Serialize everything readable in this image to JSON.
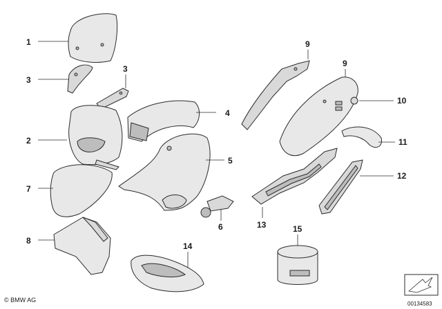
{
  "diagram": {
    "callouts": [
      "1",
      "2",
      "3",
      "3",
      "4",
      "5",
      "6",
      "7",
      "8",
      "9",
      "9",
      "10",
      "11",
      "12",
      "13",
      "14",
      "15"
    ],
    "brand": "BMW AG",
    "drawing_number": "00134583"
  }
}
